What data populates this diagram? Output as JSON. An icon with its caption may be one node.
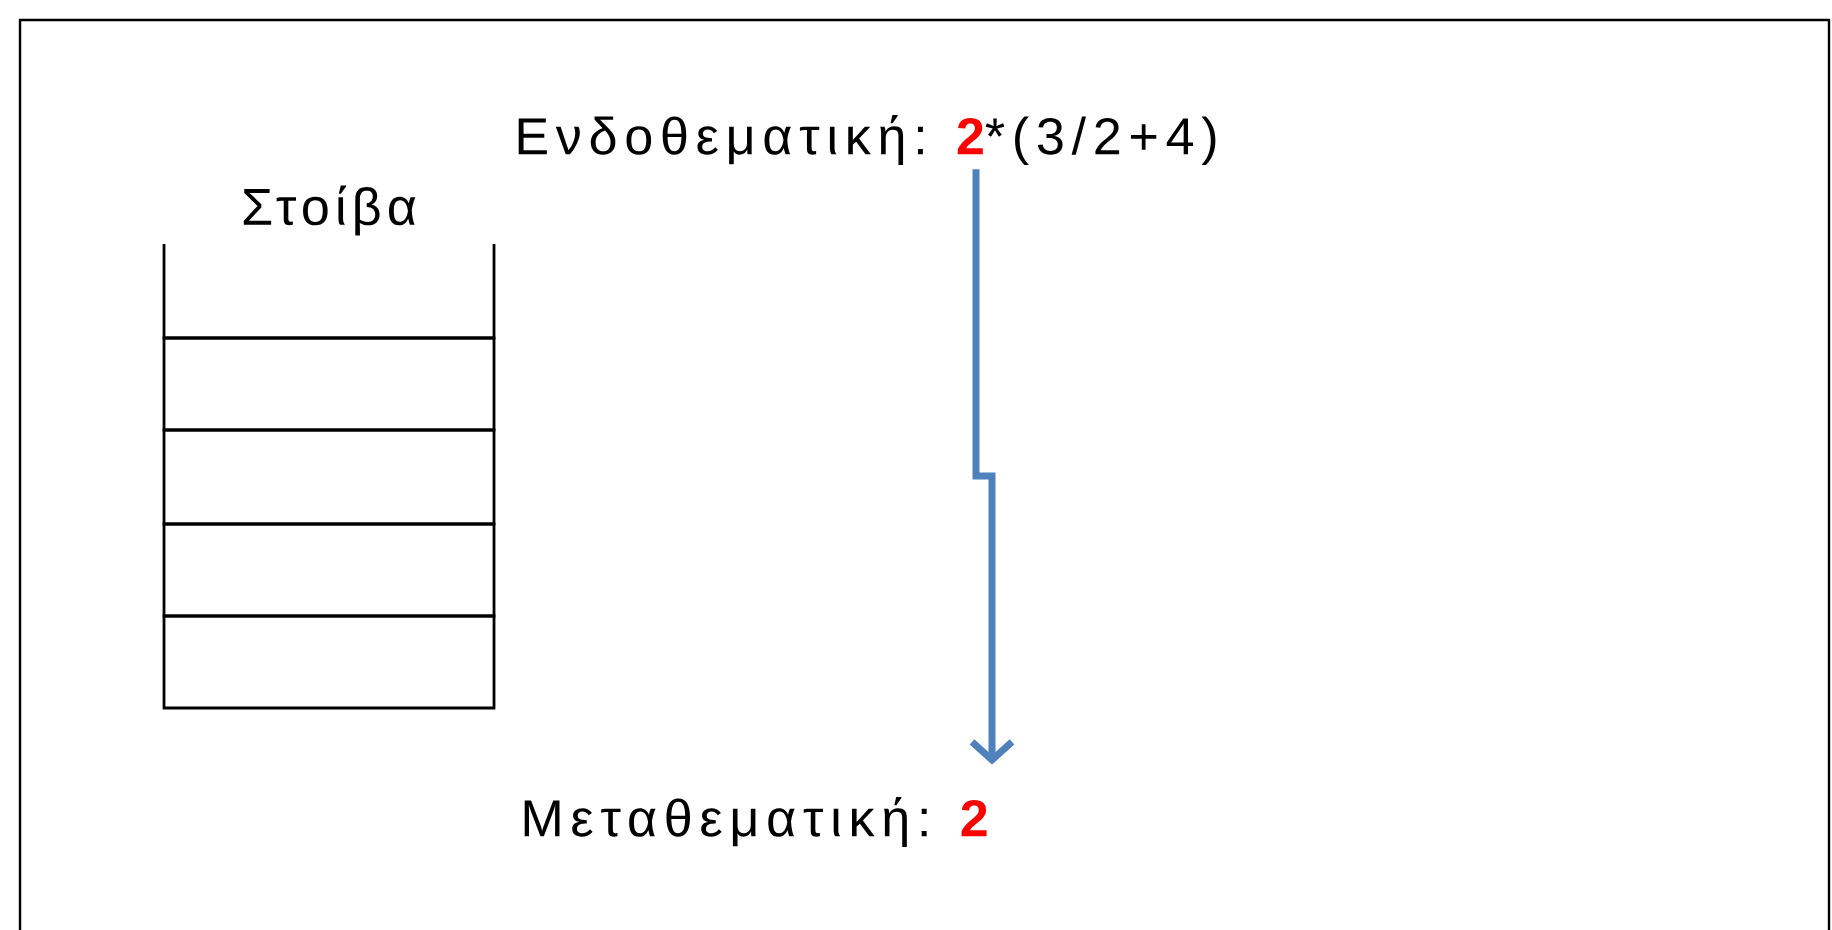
{
  "diagram": {
    "nodes": [
      {
        "text": [
          "Ενδοθεματική:",
          "2",
          "*(3/2+4)"
        ]
      },
      {
        "text": [
          "Μεταθεματική:",
          "2"
        ]
      },
      {
        "text": [
          "Στοίβα"
        ]
      },
      {
        "text": [],
        "shape": "box"
      },
      {
        "text": [],
        "shape": "box"
      },
      {
        "text": [],
        "shape": "box"
      },
      {
        "text": [],
        "shape": "box"
      },
      {
        "text": [],
        "shape": "box"
      }
    ],
    "edges": [
      {
        "from": 0,
        "to": 1,
        "arrow": "to",
        "color": "#4f81bd"
      }
    ]
  }
}
